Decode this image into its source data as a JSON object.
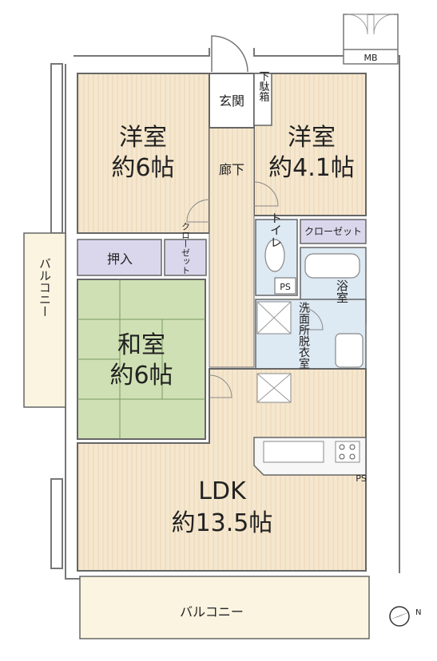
{
  "rooms": {
    "western_room_1": {
      "name": "洋室",
      "size": "約6帖"
    },
    "western_room_2": {
      "name": "洋室",
      "size": "約4.1帖"
    },
    "japanese_room": {
      "name": "和室",
      "size": "約6帖"
    },
    "ldk": {
      "name": "LDK",
      "size": "約13.5帖"
    },
    "entrance": "玄関",
    "shoe_box": "下駄箱",
    "hallway": "廊下",
    "closet_2": "クローゼット",
    "toilet": "トイレ",
    "closet_1": "クローゼット",
    "oshiire": "押入",
    "bath": "浴室",
    "washroom": "洗面所脱衣室",
    "balcony_side": "バルコニー",
    "balcony_south": "バルコニー"
  },
  "labels": {
    "mb": "MB",
    "ps_1": "PS",
    "ps_2": "PS",
    "compass": "N"
  },
  "colors": {
    "wood_floor": "#f5e7cf",
    "tatami": "#cfe0b4",
    "wet_area": "#dde9f3",
    "closet": "#dad7ec",
    "entrance_tile": "#ffffff",
    "balcony": "#fbf4e0",
    "wall": "#777777"
  }
}
